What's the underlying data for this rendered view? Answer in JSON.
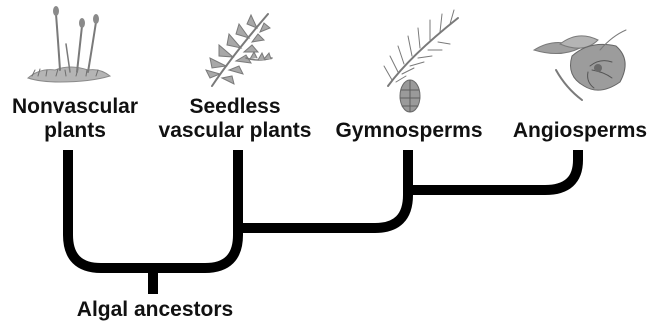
{
  "diagram": {
    "groups": [
      {
        "line1": "Nonvascular",
        "line2": "plants",
        "icon": "moss-icon"
      },
      {
        "line1": "Seedless",
        "line2": "vascular plants",
        "icon": "fern-icon"
      },
      {
        "line1": "Gymnosperms",
        "line2": "",
        "icon": "pine-cone-icon"
      },
      {
        "line1": "Angiosperms",
        "line2": "",
        "icon": "flower-icon"
      }
    ],
    "root_label": "Algal ancestors"
  },
  "colors": {
    "branch": "#000000",
    "illustration": "#7a7a7a",
    "text": "#111111"
  }
}
